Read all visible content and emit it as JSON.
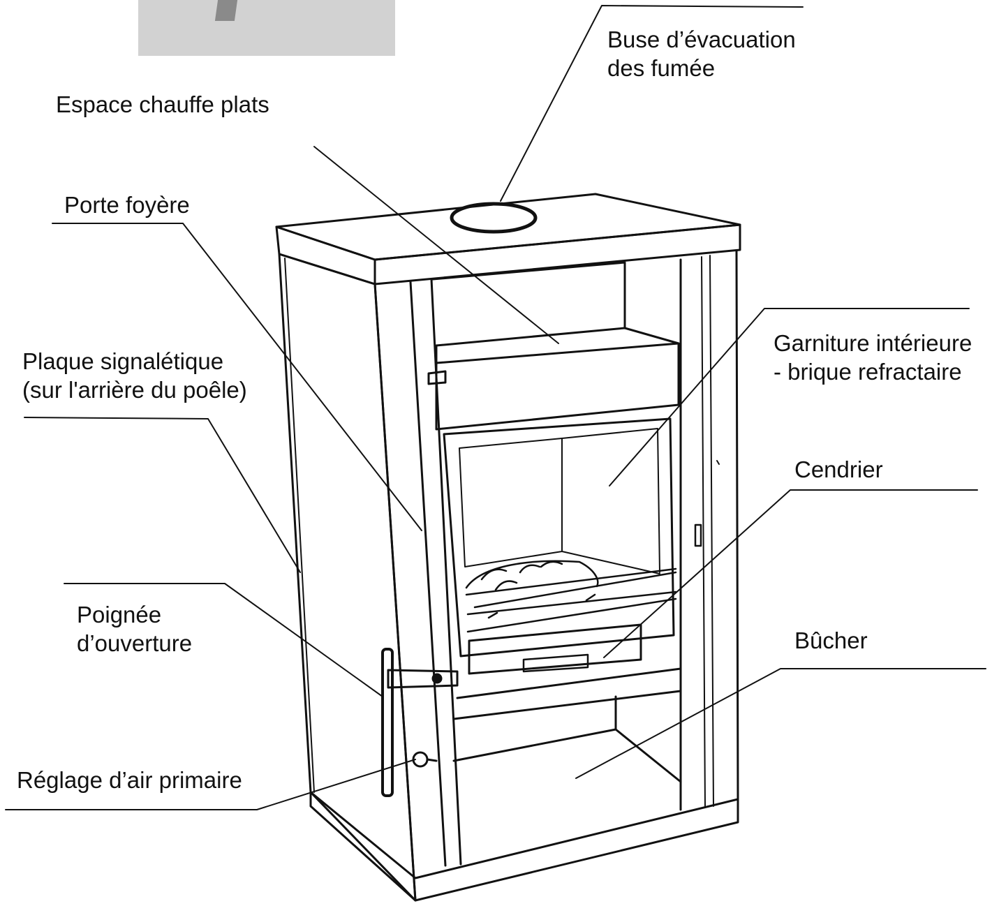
{
  "labels": {
    "buse": [
      "Buse d’évacuation",
      "des fumée"
    ],
    "espace": [
      "Espace chauffe plats"
    ],
    "porte": [
      "Porte foyère"
    ],
    "plaque": [
      "Plaque signalétique",
      "(sur l'arrière du poêle)"
    ],
    "garniture": [
      "Garniture intérieure",
      "- brique refractaire"
    ],
    "cendrier": [
      "Cendrier"
    ],
    "poignee": [
      "Poignée",
      "d’ouverture"
    ],
    "bucher": [
      "Bûcher"
    ],
    "reglage": [
      "Réglage d’air primaire"
    ]
  },
  "colors": {
    "line": "#111111",
    "thumbnail": "#d2d2d2"
  }
}
